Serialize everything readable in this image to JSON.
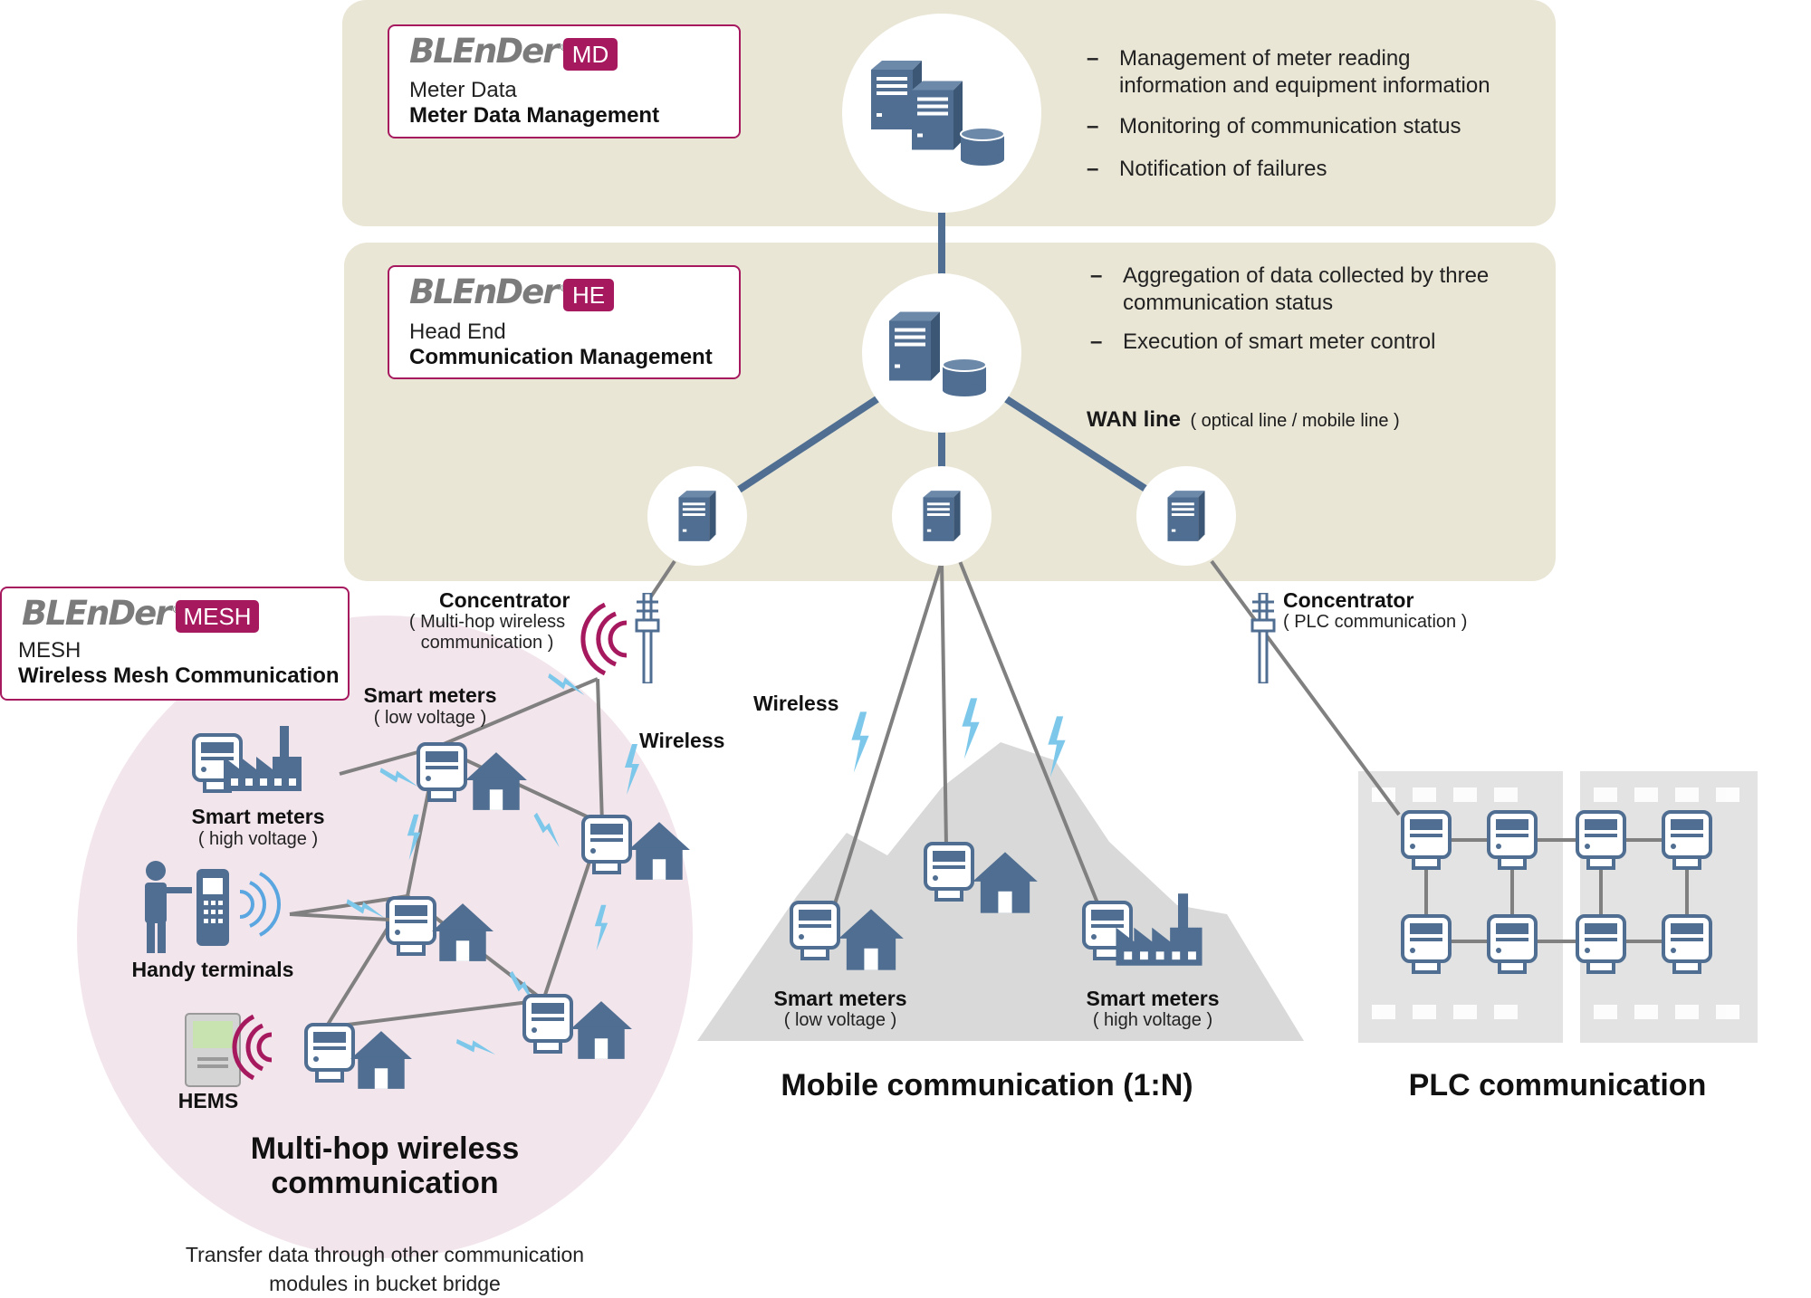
{
  "colors": {
    "panel": "#e9e6d6",
    "brand": "#a6195f",
    "icon": "#4f6e91",
    "line": "#4f6e91",
    "grey_line": "#808080",
    "mesh_zone": "#f3e5ec",
    "terrain": "#d9d9d9",
    "spark": "#7dc8ea"
  },
  "md": {
    "logo": "BLEnDer",
    "badge": "MD",
    "sub": "Meter Data",
    "main": "Meter Data Management",
    "bullets": [
      "Management of meter reading information and equipment information",
      "Monitoring of communication status",
      "Notification of failures"
    ]
  },
  "he": {
    "logo": "BLEnDer",
    "badge": "HE",
    "sub": "Head End",
    "main": "Communication Management",
    "bullets": [
      "Aggregation of data collected by three communication status",
      "Execution of smart meter control"
    ],
    "wan_bold": "WAN line",
    "wan_note": "( optical line / mobile line )"
  },
  "mesh": {
    "logo": "BLEnDer",
    "badge": "MESH",
    "sub": "MESH",
    "main": "Wireless Mesh Communication"
  },
  "labels": {
    "concentrator_left": "Concentrator",
    "concentrator_left_note": "( Multi-hop wireless communication )",
    "concentrator_right": "Concentrator",
    "concentrator_right_note": "( PLC communication )",
    "wireless_mesh": "Wireless",
    "wireless_mobile": "Wireless",
    "sm_low_mesh": "Smart meters",
    "sm_low_mesh_note": "( low voltage )",
    "sm_high_mesh": "Smart meters",
    "sm_high_mesh_note": "( high voltage )",
    "handy": "Handy terminals",
    "hems": "HEMS",
    "sm_low_mobile": "Smart meters",
    "sm_low_mobile_note": "( low voltage )",
    "sm_high_mobile": "Smart meters",
    "sm_high_mobile_note": "( high voltage )"
  },
  "sections": {
    "multihop_title": "Multi-hop wireless communication",
    "multihop_desc": "Transfer data through other communication modules in bucket bridge",
    "mobile_title": "Mobile communication (1:N)",
    "plc_title": "PLC communication"
  },
  "icons": [
    "server-icon",
    "database-icon",
    "concentrator-pole-icon",
    "smart-meter-icon",
    "house-icon",
    "factory-icon",
    "person-icon",
    "handy-terminal-icon",
    "hems-device-icon",
    "signal-waves-icon",
    "lightning-icon",
    "building-icon"
  ]
}
